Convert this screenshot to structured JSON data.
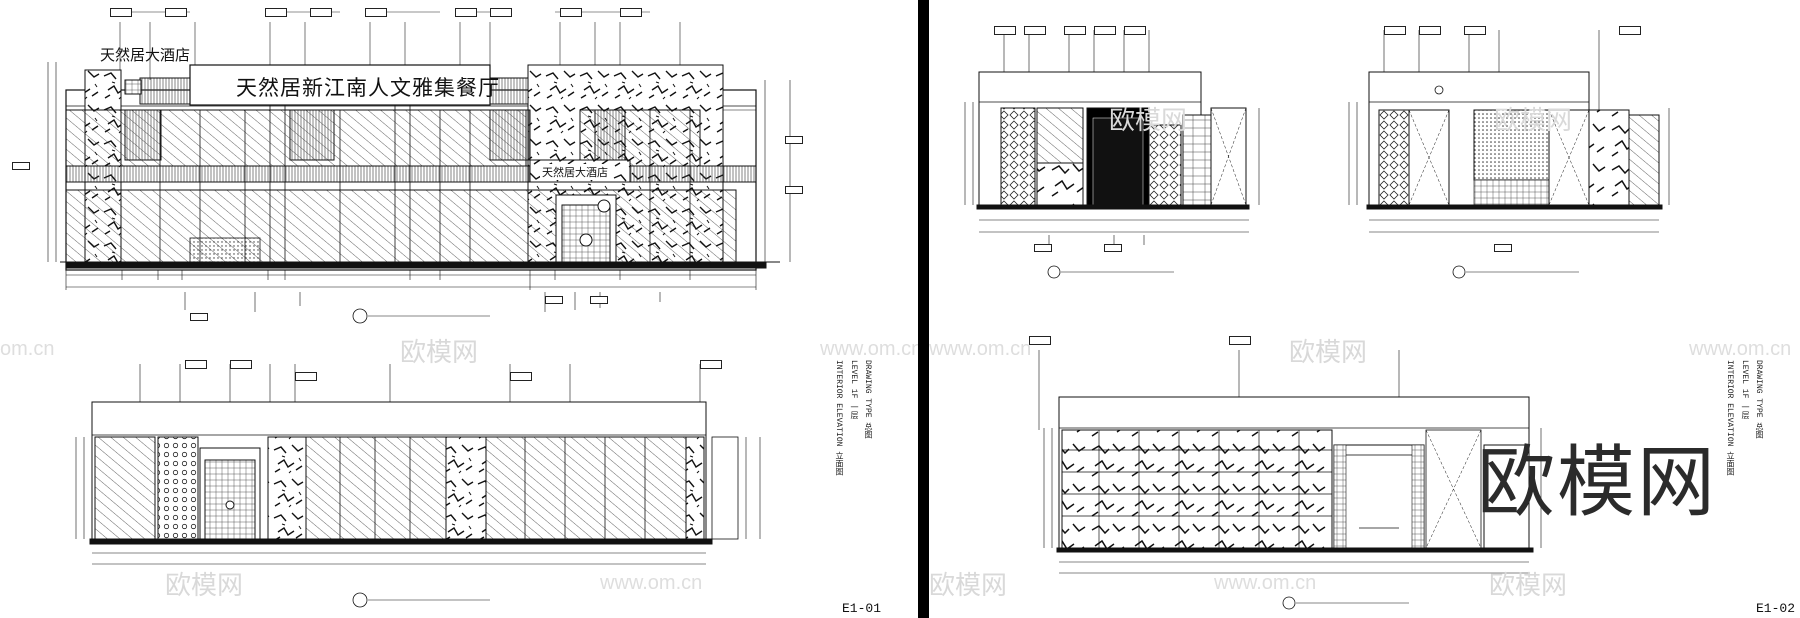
{
  "sheets": [
    {
      "title_signage": "天然居新江南人文雅集餐厅",
      "hotel_name": "天然居大酒店",
      "storefront_sign": "天然居大酒店",
      "titleblock": {
        "drawing_type": "DRAWING TYPE  总图",
        "level": "LEVEL 1F 一层",
        "category": "INTERIOR  ELEVATION  立面图"
      },
      "sheet_number": "E1-01"
    },
    {
      "titleblock": {
        "drawing_type": "DRAWING TYPE  总图",
        "level": "LEVEL 1F 一层",
        "category": "INTERIOR  ELEVATION  立面图"
      },
      "sheet_number": "E1-02"
    }
  ],
  "watermark": {
    "big_text": "欧模网",
    "repeat_text": "欧模网",
    "url_text": "www.om.cn",
    "edge_text": "om.cn"
  }
}
